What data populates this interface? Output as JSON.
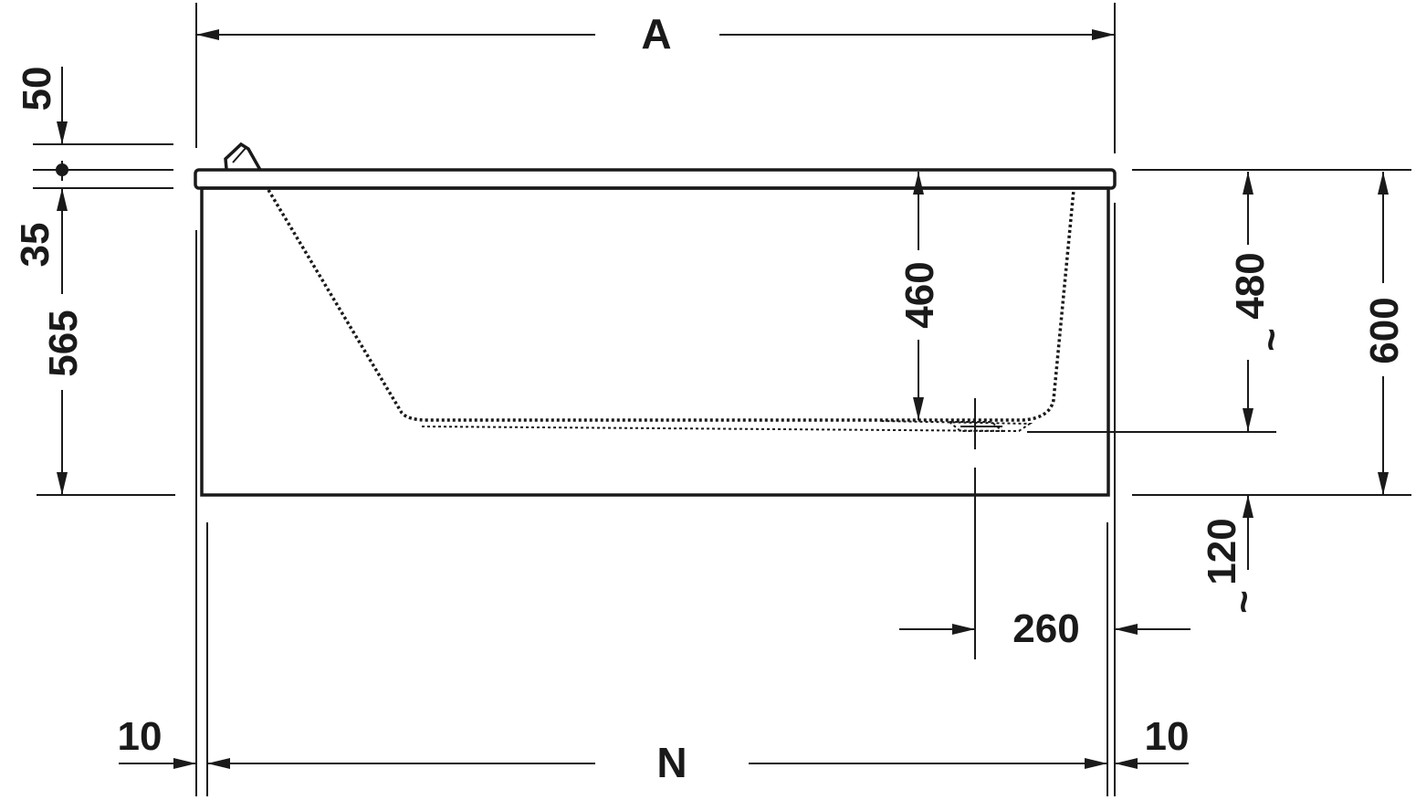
{
  "labels": {
    "a": "A",
    "n": "N",
    "d50": "50",
    "d35": "35",
    "d565": "565",
    "d460": "460",
    "d480": "480",
    "d600": "600",
    "d120": "120",
    "d260": "260",
    "d10_left": "10",
    "d10_right": "10",
    "approx": "~"
  }
}
